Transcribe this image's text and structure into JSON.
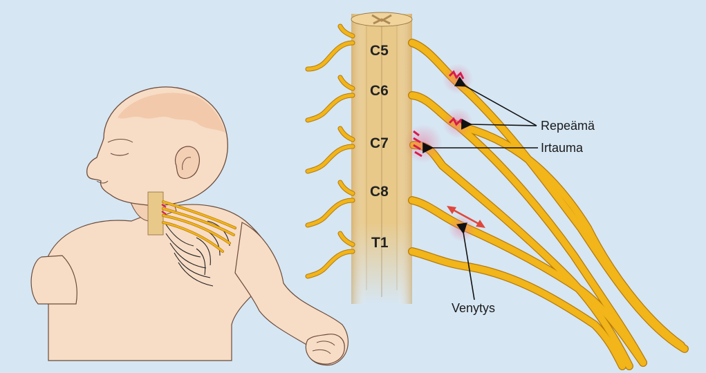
{
  "diagram": {
    "segments": [
      "C5",
      "C6",
      "C7",
      "C8",
      "T1"
    ],
    "labels": {
      "rupture": "Repeämä",
      "avulsion": "Irtauma",
      "stretch": "Venytys"
    }
  },
  "colors": {
    "background": "#d6e6f3",
    "spinal_cord": "#e9c98a",
    "nerve": "#f2b51a",
    "nerve_outline": "#b57a08",
    "injury": "#d81b4a",
    "stretch_arrow": "#e0473a",
    "skin": "#f7dcc6"
  }
}
